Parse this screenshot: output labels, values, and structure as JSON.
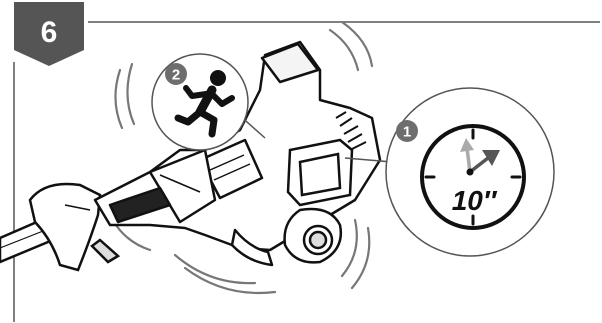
{
  "step": {
    "number": "6"
  },
  "callouts": [
    {
      "number": "1",
      "icon": "timer-icon",
      "timer_label": "10″"
    },
    {
      "number": "2",
      "icon": "running-person-icon"
    }
  ],
  "colors": {
    "badge": "#555555",
    "callout_badge": "#6e6e6e",
    "ink": "#111111",
    "frame": "#555555"
  }
}
